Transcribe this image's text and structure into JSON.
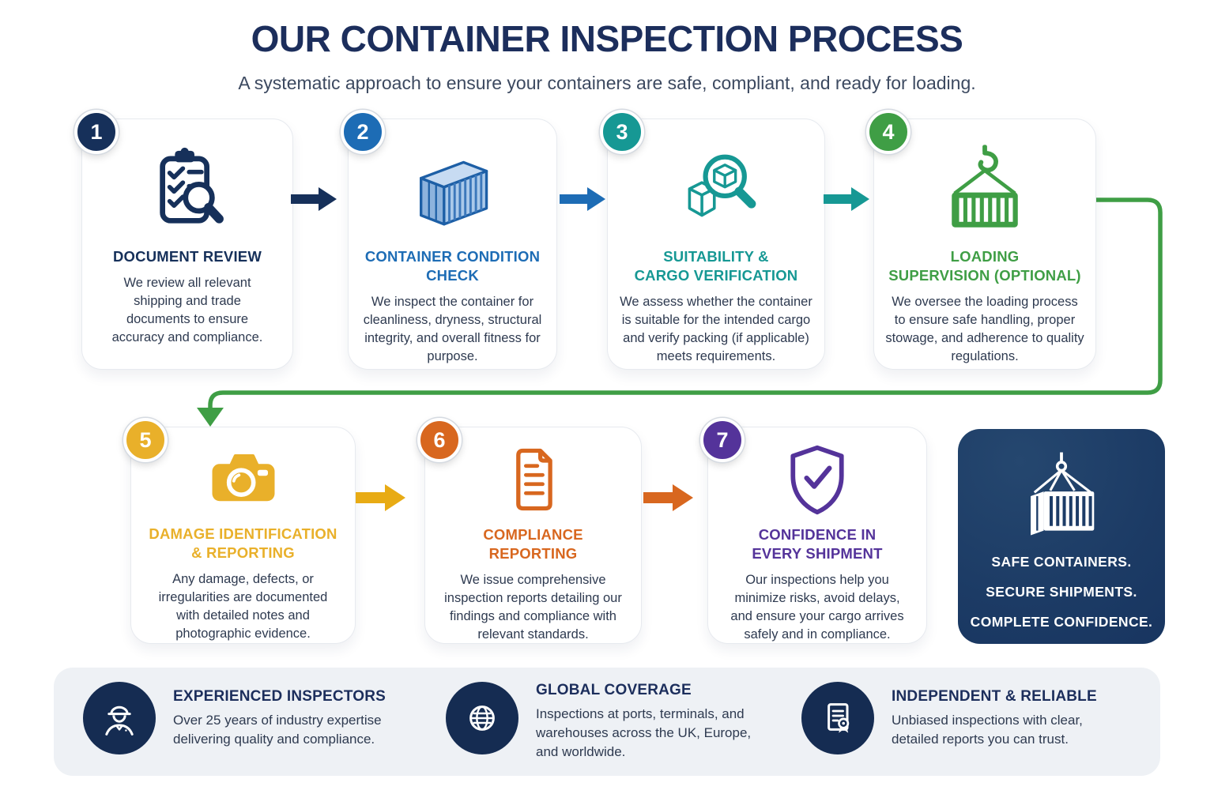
{
  "header": {
    "title": "OUR CONTAINER INSPECTION PROCESS",
    "subtitle": "A systematic approach to ensure your containers are safe, compliant, and ready for loading."
  },
  "steps": [
    {
      "number": "1",
      "title_lines": [
        "DOCUMENT REVIEW"
      ],
      "description": "We review all relevant shipping and trade documents to ensure accuracy and compliance.",
      "color": "#16305a",
      "icon": "clipboard-magnifier-icon"
    },
    {
      "number": "2",
      "title_lines": [
        "CONTAINER CONDITION",
        "CHECK"
      ],
      "description": "We inspect the container for cleanliness, dryness, structural integrity, and overall fitness for purpose.",
      "color": "#1d6cb5",
      "icon": "container-icon"
    },
    {
      "number": "3",
      "title_lines": [
        "SUITABILITY &",
        "CARGO VERIFICATION"
      ],
      "description": "We assess whether the container is suitable for the intended cargo and verify packing (if applicable) meets requirements.",
      "color": "#169894",
      "icon": "cargo-magnifier-icon"
    },
    {
      "number": "4",
      "title_lines": [
        "LOADING",
        "SUPERVISION (OPTIONAL)"
      ],
      "description": "We oversee the loading process to ensure safe handling, proper stowage, and adherence to quality regulations.",
      "color": "#3f9e45",
      "icon": "crane-container-icon"
    },
    {
      "number": "5",
      "title_lines": [
        "DAMAGE IDENTIFICATION",
        "& REPORTING"
      ],
      "description": "Any damage, defects, or irregularities are documented with detailed notes and photographic evidence.",
      "color": "#e9b02a",
      "icon": "camera-icon"
    },
    {
      "number": "6",
      "title_lines": [
        "COMPLIANCE",
        "REPORTING"
      ],
      "description": "We issue comprehensive inspection reports detailing our findings and compliance with relevant standards.",
      "color": "#d8671f",
      "icon": "report-document-icon"
    },
    {
      "number": "7",
      "title_lines": [
        "CONFIDENCE IN",
        "EVERY SHIPMENT"
      ],
      "description": "Our inspections help you minimize risks, avoid delays, and ensure your cargo arrives safely and in compliance.",
      "color": "#54339a",
      "icon": "shield-check-icon"
    }
  ],
  "connectors": {
    "s1_s2": {
      "color": "#16305a"
    },
    "s2_s3": {
      "color": "#1d6cb5"
    },
    "s3_s4": {
      "color": "#169894"
    },
    "wrap": {
      "color": "#3f9e45"
    },
    "s5_s6": {
      "color": "#e8ab14"
    },
    "s6_s7": {
      "color": "#d8671f"
    }
  },
  "summary_card": {
    "background": "#1d3c67",
    "icon": "hanging-container-icon",
    "lines": [
      "SAFE CONTAINERS.",
      "SECURE SHIPMENTS.",
      "COMPLETE CONFIDENCE."
    ]
  },
  "footer": {
    "items": [
      {
        "title": "EXPERIENCED INSPECTORS",
        "description": "Over 25 years of industry expertise delivering quality and compliance.",
        "icon": "inspector-icon"
      },
      {
        "title": "GLOBAL COVERAGE",
        "description": "Inspections at ports, terminals, and warehouses across the UK, Europe, and worldwide.",
        "icon": "globe-icon"
      },
      {
        "title": "INDEPENDENT & RELIABLE",
        "description": "Unbiased inspections with clear, detailed reports you can trust.",
        "icon": "certificate-icon"
      }
    ]
  },
  "colors": {
    "title_navy": "#1c2e5c",
    "body_text": "#2e3a50",
    "footer_band": "#eef1f5",
    "footer_icon_circle": "#152c52",
    "card_border": "#e7eaef"
  }
}
